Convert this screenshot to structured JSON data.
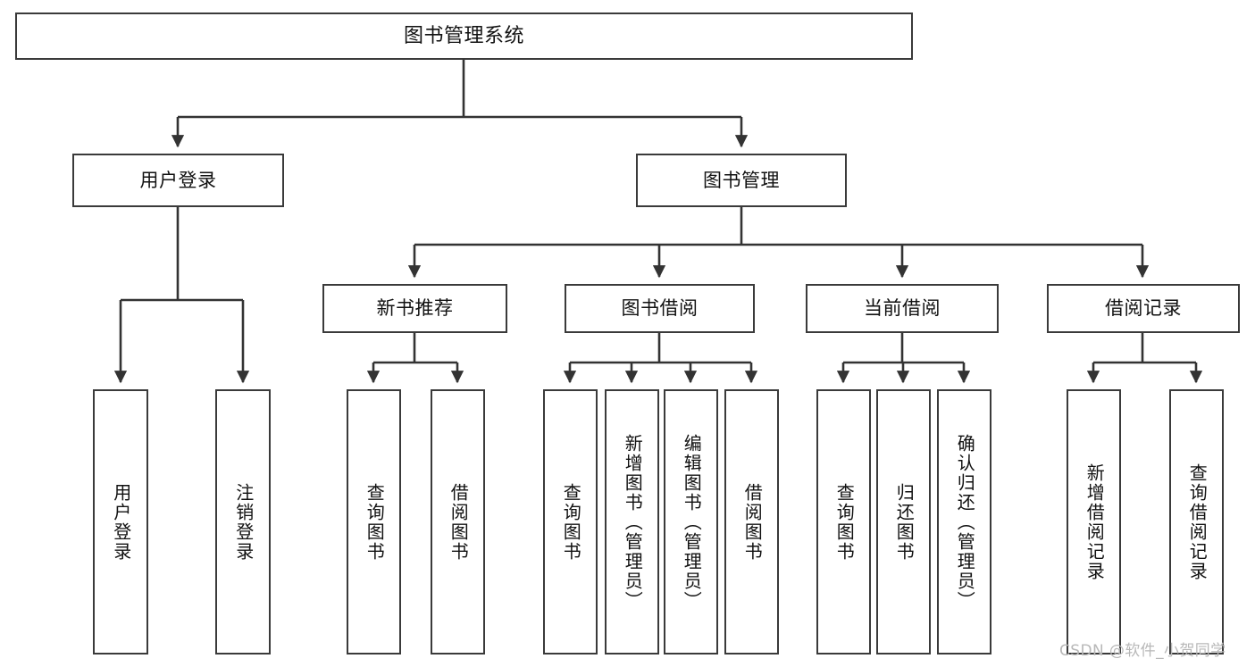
{
  "diagram": {
    "type": "tree-hierarchy",
    "title": "图书管理系统",
    "orientation": "top-down",
    "colors": {
      "box_border": "#3a3a3a",
      "box_fill": "#ffffff",
      "edge": "#333333",
      "text": "#111111",
      "watermark": "#b8b8b8",
      "background": "#ffffff"
    },
    "watermark": "CSDN @软件_小贺同学",
    "nodes": {
      "root": {
        "label": "图书管理系统"
      },
      "level2": [
        {
          "id": "user-login",
          "label": "用户登录"
        },
        {
          "id": "book-manage",
          "label": "图书管理"
        }
      ],
      "level3": [
        {
          "id": "new-book-rec",
          "label": "新书推荐"
        },
        {
          "id": "book-borrow",
          "label": "图书借阅"
        },
        {
          "id": "current-borrow",
          "label": "当前借阅"
        },
        {
          "id": "borrow-record",
          "label": "借阅记录"
        }
      ],
      "leaves": {
        "user-login": [
          {
            "id": "leaf-user-login",
            "label": "用户登录"
          },
          {
            "id": "leaf-user-logout",
            "label": "注销登录"
          }
        ],
        "new-book-rec": [
          {
            "id": "leaf-query-book-1",
            "label": "查询图书"
          },
          {
            "id": "leaf-borrow-book-1",
            "label": "借阅图书"
          }
        ],
        "book-borrow": [
          {
            "id": "leaf-query-book-2",
            "label": "查询图书"
          },
          {
            "id": "leaf-add-book",
            "label": "新增图书（管理员）"
          },
          {
            "id": "leaf-edit-book",
            "label": "编辑图书（管理员）"
          },
          {
            "id": "leaf-borrow-book-2",
            "label": "借阅图书"
          }
        ],
        "current-borrow": [
          {
            "id": "leaf-query-book-3",
            "label": "查询图书"
          },
          {
            "id": "leaf-return-book",
            "label": "归还图书"
          },
          {
            "id": "leaf-confirm-return",
            "label": "确认归还（管理员）"
          }
        ],
        "borrow-record": [
          {
            "id": "leaf-add-record",
            "label": "新增借阅记录"
          },
          {
            "id": "leaf-query-record",
            "label": "查询借阅记录"
          }
        ]
      }
    }
  }
}
